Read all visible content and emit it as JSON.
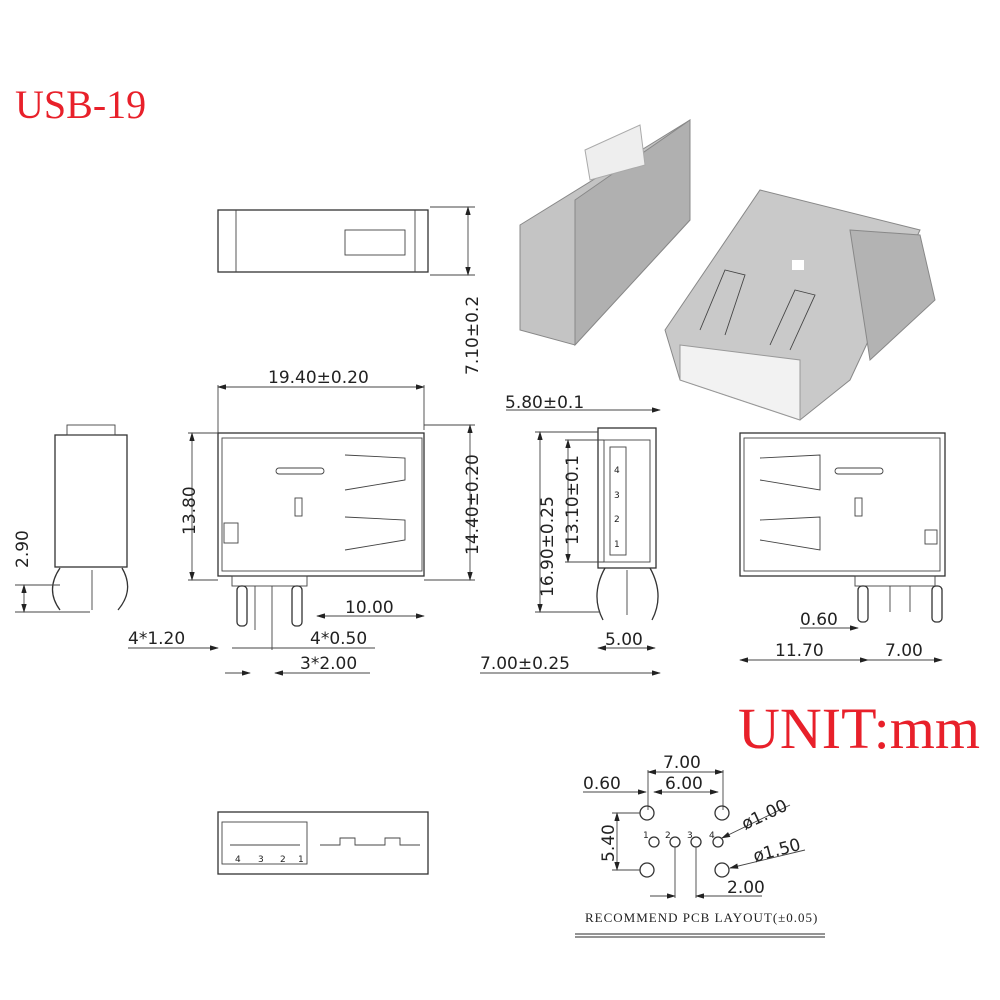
{
  "title": "USB-19",
  "unit_label": "UNIT:mm",
  "colors": {
    "title": "#e8202a",
    "line": "#333333",
    "metal": "#b9b9b9"
  },
  "dimensions": {
    "top_view_height": "7.10±0.2",
    "length": "19.40±0.20",
    "body_height": "13.80",
    "overall_height": "14.40±0.20",
    "side_pin_height": "2.90",
    "pin_offset": "10.00",
    "peg_width": "4*1.20",
    "pin_width": "4*0.50",
    "pin_pitch": "3*2.00",
    "front_width": "5.80±0.1",
    "front_height": "16.90±0.25",
    "port_height": "13.10±0.1",
    "peg_spacing": "5.00",
    "front_base_width": "7.00±0.25",
    "right_gap": "0.60",
    "right_length": "11.70",
    "right_pins": "7.00"
  },
  "front_pin_numbers": [
    "4",
    "3",
    "2",
    "1"
  ],
  "bottom_pin_numbers": [
    "4",
    "3",
    "2",
    "1"
  ],
  "pcb_layout": {
    "width_outer": "7.00",
    "offset": "0.60",
    "width_inner": "6.00",
    "height": "5.40",
    "pin_hole": "ø1.00",
    "peg_hole": "ø1.50",
    "pitch": "2.00",
    "pin_numbers": [
      "1",
      "2",
      "3",
      "4"
    ],
    "caption": "RECOMMEND PCB LAYOUT(±0.05)"
  }
}
